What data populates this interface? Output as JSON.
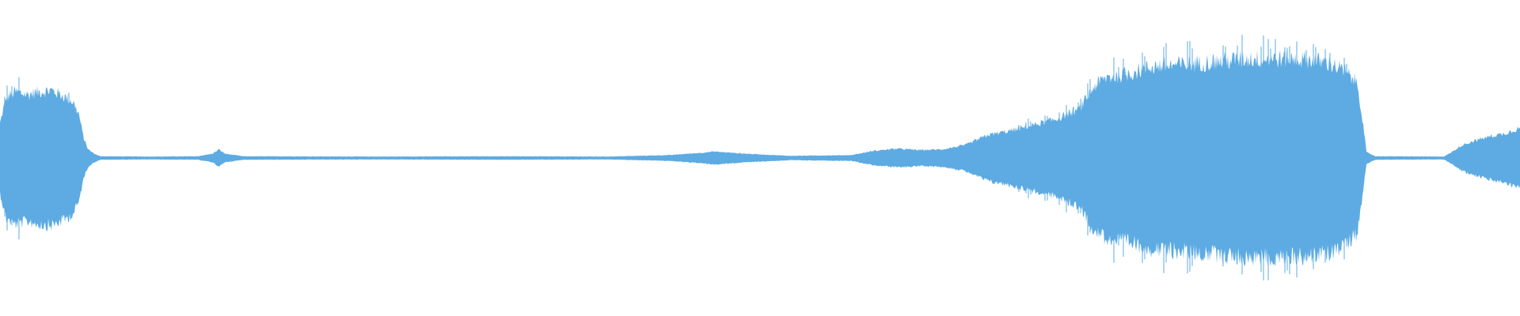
{
  "waveform": {
    "color": "#5dabe2",
    "background": "#ffffff",
    "amplitude_profile": [
      [
        0.0,
        0.24
      ],
      [
        0.004,
        0.42
      ],
      [
        0.01,
        0.46
      ],
      [
        0.018,
        0.44
      ],
      [
        0.026,
        0.46
      ],
      [
        0.034,
        0.47
      ],
      [
        0.042,
        0.43
      ],
      [
        0.048,
        0.39
      ],
      [
        0.052,
        0.3
      ],
      [
        0.055,
        0.14
      ],
      [
        0.058,
        0.06
      ],
      [
        0.062,
        0.03
      ],
      [
        0.066,
        0.012
      ],
      [
        0.1,
        0.01
      ],
      [
        0.13,
        0.012
      ],
      [
        0.14,
        0.03
      ],
      [
        0.144,
        0.06
      ],
      [
        0.148,
        0.03
      ],
      [
        0.16,
        0.012
      ],
      [
        0.25,
        0.01
      ],
      [
        0.33,
        0.012
      ],
      [
        0.4,
        0.01
      ],
      [
        0.44,
        0.02
      ],
      [
        0.46,
        0.035
      ],
      [
        0.47,
        0.045
      ],
      [
        0.49,
        0.03
      ],
      [
        0.52,
        0.015
      ],
      [
        0.56,
        0.02
      ],
      [
        0.575,
        0.05
      ],
      [
        0.59,
        0.065
      ],
      [
        0.605,
        0.055
      ],
      [
        0.62,
        0.06
      ],
      [
        0.635,
        0.09
      ],
      [
        0.65,
        0.16
      ],
      [
        0.665,
        0.19
      ],
      [
        0.68,
        0.23
      ],
      [
        0.695,
        0.27
      ],
      [
        0.71,
        0.34
      ],
      [
        0.72,
        0.5
      ],
      [
        0.728,
        0.56
      ],
      [
        0.74,
        0.58
      ],
      [
        0.76,
        0.64
      ],
      [
        0.78,
        0.65
      ],
      [
        0.8,
        0.67
      ],
      [
        0.82,
        0.69
      ],
      [
        0.84,
        0.69
      ],
      [
        0.86,
        0.68
      ],
      [
        0.875,
        0.66
      ],
      [
        0.885,
        0.6
      ],
      [
        0.893,
        0.52
      ],
      [
        0.896,
        0.3
      ],
      [
        0.899,
        0.04
      ],
      [
        0.905,
        0.012
      ],
      [
        0.95,
        0.01
      ],
      [
        0.955,
        0.04
      ],
      [
        0.962,
        0.09
      ],
      [
        0.97,
        0.12
      ],
      [
        0.98,
        0.15
      ],
      [
        0.99,
        0.17
      ],
      [
        1.0,
        0.21
      ]
    ]
  }
}
